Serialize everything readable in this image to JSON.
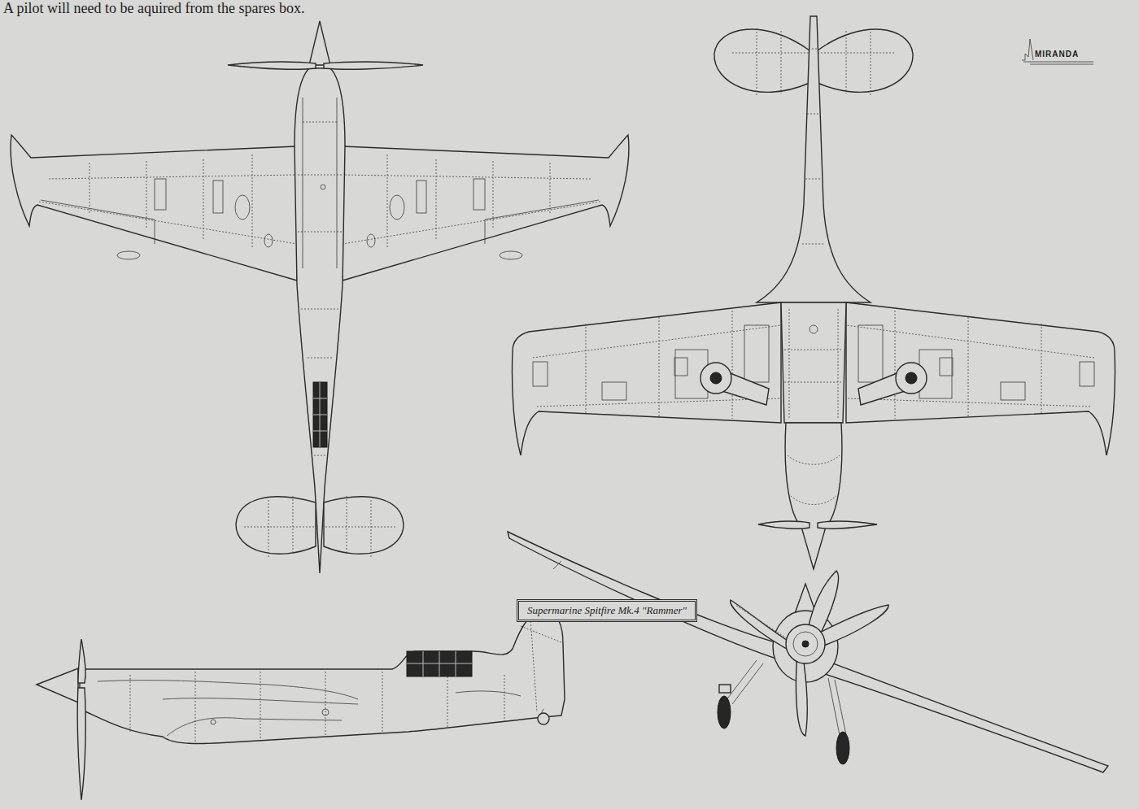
{
  "diagram": {
    "caption": "Supermarine Spitfire Mk.4 \"Rammer\"",
    "labels": [
      "A pilot will need to be aquired from the spares box.",
      "MIRANDA"
    ]
  }
}
